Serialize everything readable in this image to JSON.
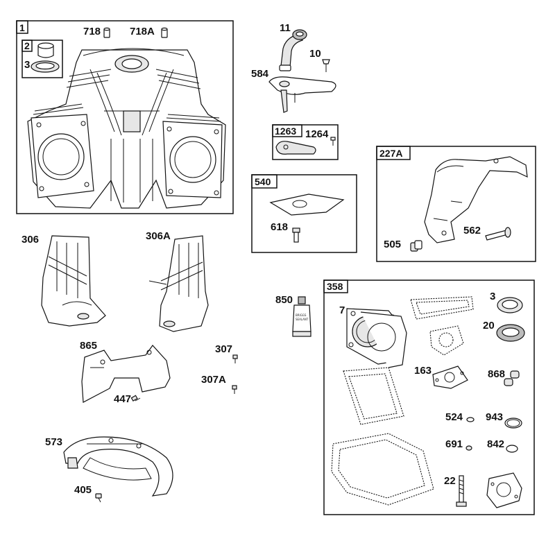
{
  "callouts": [
    {
      "key": "1",
      "text": "1"
    },
    {
      "key": "2",
      "text": "2"
    },
    {
      "key": "3a",
      "text": "3"
    },
    {
      "key": "718",
      "text": "718"
    },
    {
      "key": "718A",
      "text": "718A"
    },
    {
      "key": "11",
      "text": "11"
    },
    {
      "key": "10",
      "text": "10"
    },
    {
      "key": "584",
      "text": "584"
    },
    {
      "key": "1263",
      "text": "1263"
    },
    {
      "key": "1264",
      "text": "1264"
    },
    {
      "key": "540",
      "text": "540"
    },
    {
      "key": "618",
      "text": "618"
    },
    {
      "key": "227A",
      "text": "227A"
    },
    {
      "key": "562",
      "text": "562"
    },
    {
      "key": "505",
      "text": "505"
    },
    {
      "key": "306",
      "text": "306"
    },
    {
      "key": "306A",
      "text": "306A"
    },
    {
      "key": "865",
      "text": "865"
    },
    {
      "key": "307",
      "text": "307"
    },
    {
      "key": "307A",
      "text": "307A"
    },
    {
      "key": "447",
      "text": "447"
    },
    {
      "key": "573",
      "text": "573"
    },
    {
      "key": "405",
      "text": "405"
    },
    {
      "key": "850",
      "text": "850"
    },
    {
      "key": "358",
      "text": "358"
    },
    {
      "key": "7",
      "text": "7"
    },
    {
      "key": "3b",
      "text": "3"
    },
    {
      "key": "20",
      "text": "20"
    },
    {
      "key": "163",
      "text": "163"
    },
    {
      "key": "868",
      "text": "868"
    },
    {
      "key": "524",
      "text": "524"
    },
    {
      "key": "943",
      "text": "943"
    },
    {
      "key": "691",
      "text": "691"
    },
    {
      "key": "842",
      "text": "842"
    },
    {
      "key": "22",
      "text": "22"
    }
  ],
  "sealant_tube": {
    "line1": "BRIGGS",
    "line2": "SEALANT"
  },
  "colors": {
    "line": "#111111",
    "background": "#ffffff",
    "shade": "#bcbcbc"
  }
}
